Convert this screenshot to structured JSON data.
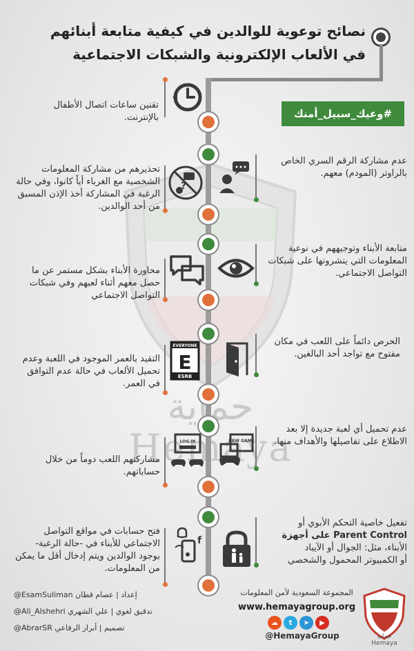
{
  "title_lines": [
    "نصائح توعوية للوالدين في كيفية متابعة أبنائهم",
    "في الألعاب الإلكترونية والشبكات الاجتماعية"
  ],
  "hashtag": "#وعيك_سبيل_أمنك",
  "tips": {
    "t1": "تقنين ساعات اتصال الأطفال بالإنترنت.",
    "t2": "عدم مشاركة الرقم السري الخاص بالراوتر (المودم) معهم.",
    "t3": "تحذيرهم من مشاركة المعلومات الشخصية مع الغرباء أياً كانوا، وفي حالة الرغبة في المشاركة أخذ الإذن المسبق من أحد الوالدين.",
    "t4": "متابعة الأبناء وتوجيههم في نوعية المعلومات التي ينشرونها على شبكات التواصل الاجتماعي.",
    "t5": "محاورة الأبناء بشكل مستمر عن ما حصل معهم أثناء لعبهم وفي شبكات التواصل الاجتماعي",
    "t6": "الحرص دائماً على اللعب في مكان مفتوح مع تواجد أحد البالغين.",
    "t7": "التقيد بالعمر الموجود في اللعبة وعدم تحميل الألعاب في حالة عدم التوافق في العمر.",
    "t8": "عدم تحميل أي لعبة جديدة إلا بعد الاطلاع على تفاصيلها والأهداف منها.",
    "t9": "مشاركتهم اللعب دوماً من خلال حساباتهم.",
    "t10a": "تفعيل خاصية التحكم الأبوي أو",
    "t10b": "Parent Control على أجهزة",
    "t10c": "الأبناء، مثل: الجوال أو الآيباد",
    "t10d": "أو الكمبيوتر المحمول والشخصي",
    "t11": "فتح حسابات في مواقع التواصل الاجتماعي للأبناء في -حالة الرغبة- بوجود الوالدين ويتم إدخال أقل ما يمكن من المعلومات."
  },
  "icon_text": {
    "esrb_top": "EVERYONE",
    "esrb_letter": "E",
    "esrb_bottom": "ESRB",
    "new_game": "NEW GAME",
    "log_in": "LOG IN"
  },
  "credits": {
    "c1": "إعداد | عصام قطان EsamSuliman@",
    "c2": "تدقيق لغوي | علي الشهري Ali_Alshehri@",
    "c3": "تصميم | أبرار الرفاعي AbrarSR@"
  },
  "org_name": "المجموعة السعودية لأمن المعلومات",
  "org_url": "www.hemayagroup.org",
  "social_handle": "@HemayaGroup",
  "brand_ar": "حماية",
  "brand_en": "Hemaya",
  "watermark_ar": "حماية",
  "watermark_en": "Hemaya",
  "colors": {
    "green": "#3f8a3c",
    "orange": "#e0713a",
    "spine": "#9c9c9c",
    "brand_red": "#c0392b"
  }
}
